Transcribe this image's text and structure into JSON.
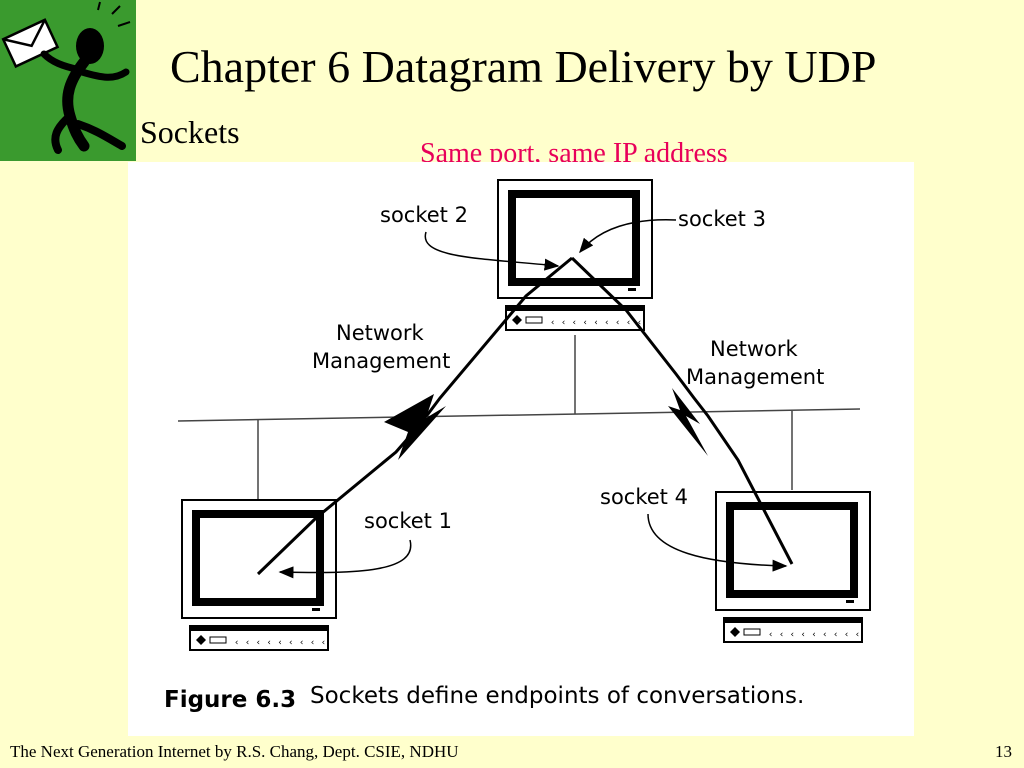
{
  "slide": {
    "title": "Chapter 6 Datagram Delivery by UDP",
    "subtitle": "Sockets",
    "annotation": "Same port, same IP address",
    "footer": "The Next Generation Internet by R.S. Chang, Dept. CSIE, NDHU",
    "page_number": "13"
  },
  "logo": {
    "icon": "stick-figure-with-envelope-icon"
  },
  "figure": {
    "labels": {
      "socket1": "socket 1",
      "socket2": "socket 2",
      "socket3": "socket 3",
      "socket4": "socket 4",
      "net_mgmt_left_line1": "Network",
      "net_mgmt_left_line2": "Management",
      "net_mgmt_right_line1": "Network",
      "net_mgmt_right_line2": "Management"
    },
    "caption_label": "Figure 6.3",
    "caption_text": "Sockets define endpoints of conversations."
  },
  "colors": {
    "background": "#ffffcc",
    "logo_green": "#3a9a2e",
    "annotation": "#e8005a"
  }
}
